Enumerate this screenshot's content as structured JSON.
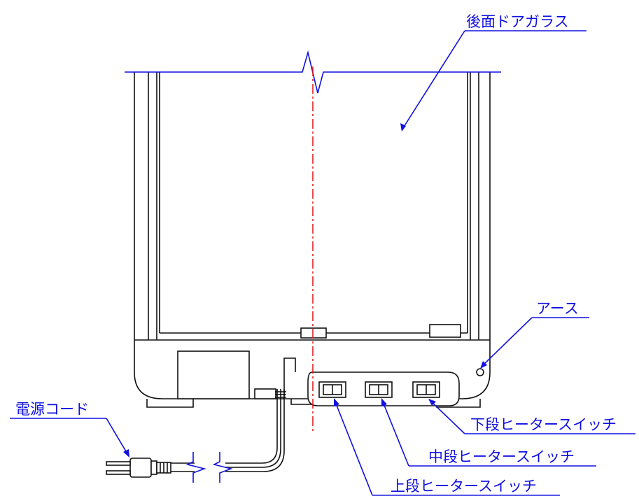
{
  "labels": {
    "rear_door_glass": "後面ドアガラス",
    "earth": "アース",
    "power_cord": "電源コード",
    "lower_heater_switch": "下段ヒータースイッチ",
    "middle_heater_switch": "中段ヒータースイッチ",
    "upper_heater_switch": "上段ヒータースイッチ"
  },
  "colors": {
    "leader": "#1010e0",
    "outline": "#111111",
    "center_line": "#e01010"
  }
}
